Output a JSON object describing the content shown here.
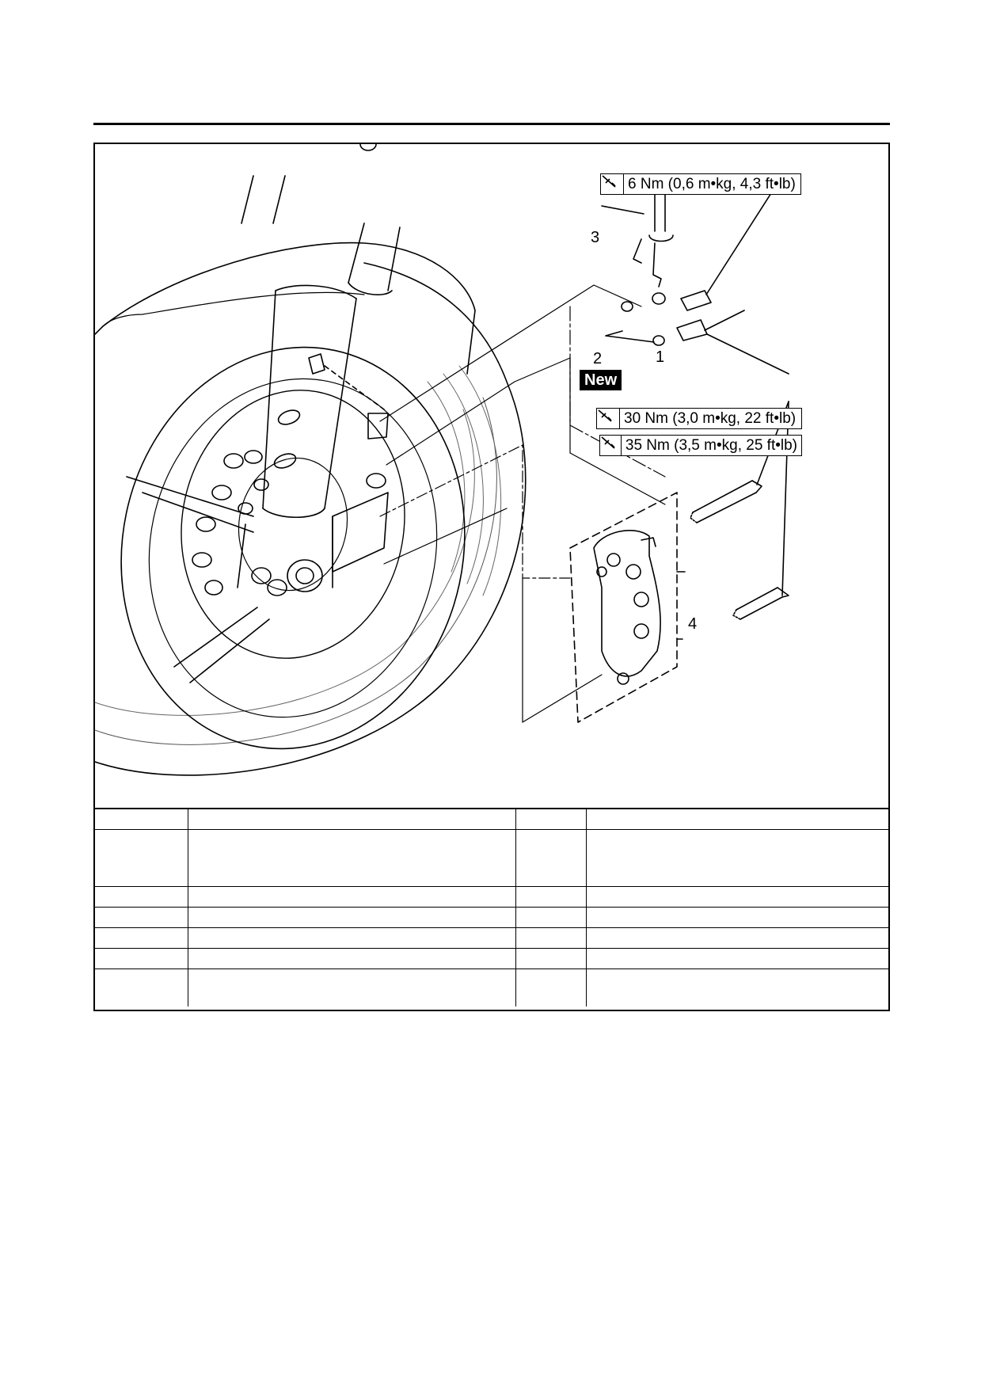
{
  "torque_specs": [
    {
      "value": "6 Nm (0,6 m•kg, 4,3 ft•lb)",
      "icon": "torque-wrench-icon"
    },
    {
      "value": "30 Nm (3,0 m•kg, 22 ft•lb)",
      "icon": "torque-wrench-icon"
    },
    {
      "value": "35 Nm (3,5 m•kg, 25 ft•lb)",
      "icon": "torque-wrench-icon"
    }
  ],
  "callouts": {
    "c1": "1",
    "c2": "2",
    "c3": "3",
    "c4": "4"
  },
  "new_badge": "New",
  "parts_table": {
    "rows": [
      [
        "",
        "",
        "",
        ""
      ],
      [
        "",
        "",
        "",
        ""
      ],
      [
        "",
        "",
        "",
        ""
      ],
      [
        "",
        "",
        "",
        ""
      ],
      [
        "",
        "",
        "",
        ""
      ],
      [
        "",
        "",
        "",
        ""
      ],
      [
        "",
        "",
        "",
        ""
      ]
    ]
  }
}
